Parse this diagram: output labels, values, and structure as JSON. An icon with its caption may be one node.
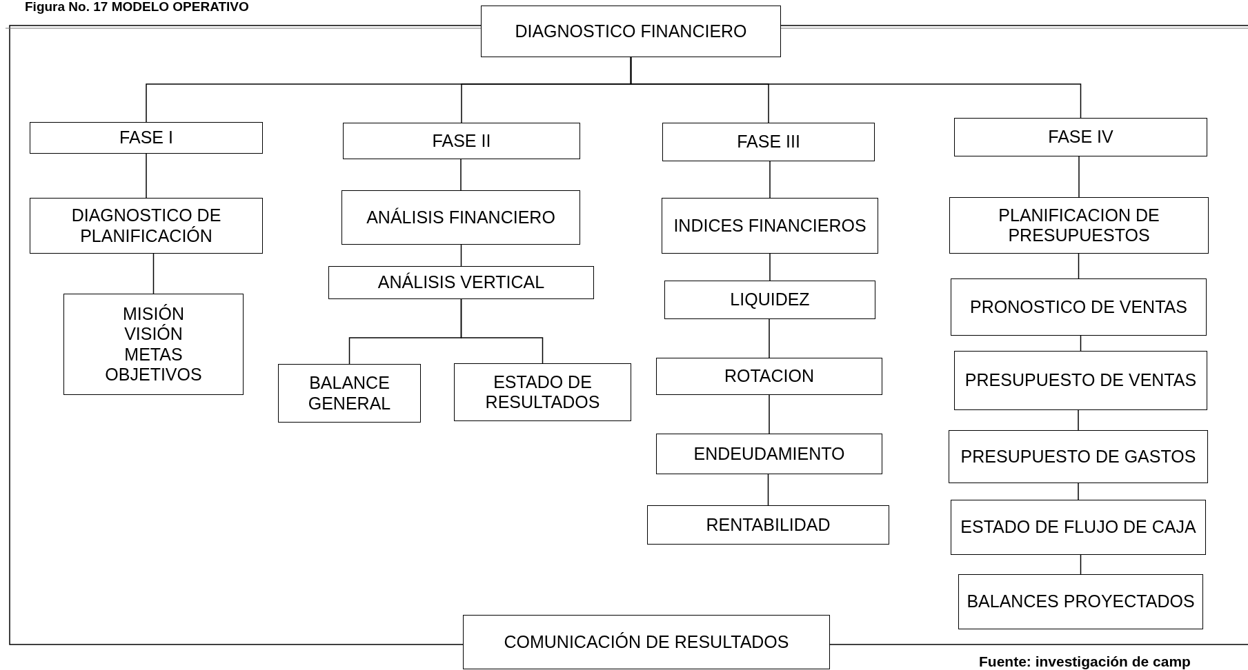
{
  "diagram": {
    "title": "Figura No. 17 MODELO OPERATIVO",
    "nodes": [
      {
        "text": [
          "DIAGNOSTICO FINANCIERO"
        ]
      },
      {
        "text": [
          "FASE I"
        ]
      },
      {
        "text": [
          "FASE II"
        ]
      },
      {
        "text": [
          "FASE III"
        ]
      },
      {
        "text": [
          "FASE IV"
        ]
      },
      {
        "text": [
          "DIAGNOSTICO DE PLANIFICACIÓN"
        ]
      },
      {
        "text": [
          "MISIÓN",
          "VISIÓN",
          "METAS",
          "OBJETIVOS"
        ]
      },
      {
        "text": [
          "ANÁLISIS FINANCIERO"
        ]
      },
      {
        "text": [
          "ANÁLISIS VERTICAL"
        ]
      },
      {
        "text": [
          "BALANCE GENERAL"
        ]
      },
      {
        "text": [
          "ESTADO DE RESULTADOS"
        ]
      },
      {
        "text": [
          "INDICES FINANCIEROS"
        ]
      },
      {
        "text": [
          "LIQUIDEZ"
        ]
      },
      {
        "text": [
          "ROTACION"
        ]
      },
      {
        "text": [
          "ENDEUDAMIENTO"
        ]
      },
      {
        "text": [
          "RENTABILIDAD"
        ]
      },
      {
        "text": [
          "PLANIFICACION DE PRESUPUESTOS"
        ]
      },
      {
        "text": [
          "PRONOSTICO DE VENTAS"
        ]
      },
      {
        "text": [
          "PRESUPUESTO DE VENTAS"
        ]
      },
      {
        "text": [
          "PRESUPUESTO DE GASTOS"
        ]
      },
      {
        "text": [
          "ESTADO DE FLUJO DE CAJA"
        ]
      },
      {
        "text": [
          "BALANCES PROYECTADOS"
        ]
      },
      {
        "text": [
          "COMUNICACIÓN DE RESULTADOS"
        ]
      }
    ],
    "edges": [
      {
        "from": 0,
        "to": 1,
        "arrow": "none"
      },
      {
        "from": 0,
        "to": 2,
        "arrow": "none"
      },
      {
        "from": 0,
        "to": 3,
        "arrow": "none"
      },
      {
        "from": 0,
        "to": 4,
        "arrow": "none"
      },
      {
        "from": 1,
        "to": 5,
        "arrow": "none"
      },
      {
        "from": 5,
        "to": 6,
        "arrow": "none"
      },
      {
        "from": 2,
        "to": 7,
        "arrow": "none"
      },
      {
        "from": 7,
        "to": 8,
        "arrow": "none"
      },
      {
        "from": 8,
        "to": 9,
        "arrow": "none"
      },
      {
        "from": 8,
        "to": 10,
        "arrow": "none"
      },
      {
        "from": 3,
        "to": 11,
        "arrow": "none"
      },
      {
        "from": 11,
        "to": 12,
        "arrow": "none"
      },
      {
        "from": 12,
        "to": 13,
        "arrow": "none"
      },
      {
        "from": 13,
        "to": 14,
        "arrow": "none"
      },
      {
        "from": 14,
        "to": 15,
        "arrow": "none"
      },
      {
        "from": 4,
        "to": 16,
        "arrow": "none"
      },
      {
        "from": 16,
        "to": 17,
        "arrow": "none"
      },
      {
        "from": 17,
        "to": 18,
        "arrow": "none"
      },
      {
        "from": 18,
        "to": 19,
        "arrow": "none"
      },
      {
        "from": 19,
        "to": 20,
        "arrow": "none"
      },
      {
        "from": 20,
        "to": 21,
        "arrow": "none"
      },
      {
        "from": 0,
        "to": 22,
        "arrow": "none"
      }
    ],
    "labels": [
      "Fuente: investigación de camp"
    ]
  }
}
